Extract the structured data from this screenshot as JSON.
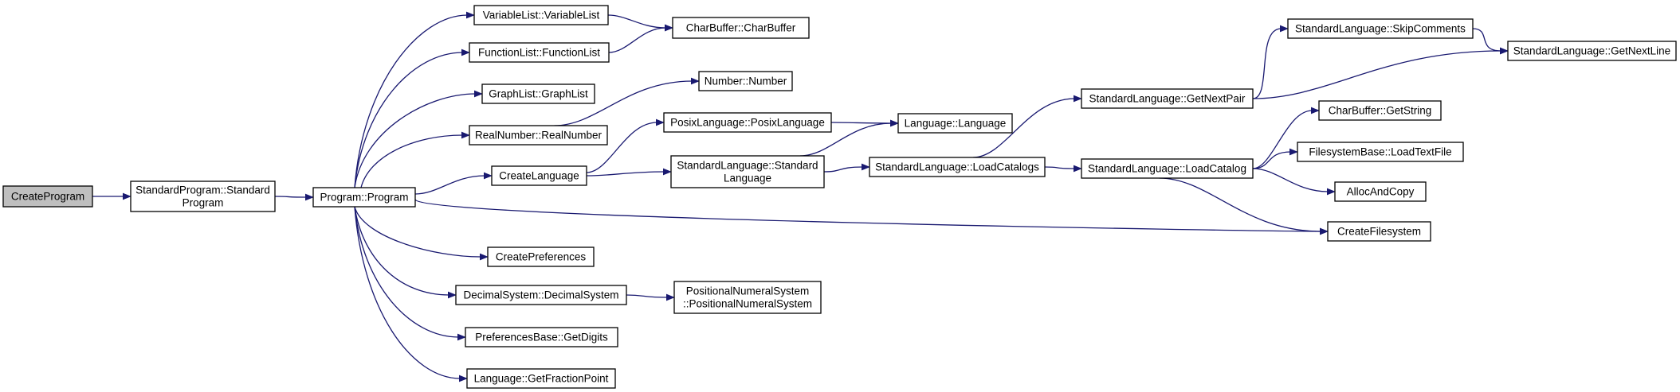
{
  "colors": {
    "edge": "#191970",
    "root_fill": "#bfbfbf",
    "node_fill": "#ffffff",
    "node_stroke": "#000000"
  },
  "nodes": {
    "create-program": [
      "CreateProgram"
    ],
    "standard-program": [
      "StandardProgram::Standard",
      "Program"
    ],
    "program": [
      "Program::Program"
    ],
    "variable-list": [
      "VariableList::VariableList"
    ],
    "function-list": [
      "FunctionList::FunctionList"
    ],
    "graph-list": [
      "GraphList::GraphList"
    ],
    "real-number": [
      "RealNumber::RealNumber"
    ],
    "create-language": [
      "CreateLanguage"
    ],
    "create-preferences": [
      "CreatePreferences"
    ],
    "decimal-system": [
      "DecimalSystem::DecimalSystem"
    ],
    "get-digits": [
      "PreferencesBase::GetDigits"
    ],
    "get-fraction-point": [
      "Language::GetFractionPoint"
    ],
    "char-buffer": [
      "CharBuffer::CharBuffer"
    ],
    "number": [
      "Number::Number"
    ],
    "posix-language": [
      "PosixLanguage::PosixLanguage"
    ],
    "standard-language": [
      "StandardLanguage::Standard",
      "Language"
    ],
    "positional-numeral-system": [
      "PositionalNumeralSystem",
      "::PositionalNumeralSystem"
    ],
    "language": [
      "Language::Language"
    ],
    "load-catalogs": [
      "StandardLanguage::LoadCatalogs"
    ],
    "get-next-pair": [
      "StandardLanguage::GetNextPair"
    ],
    "load-catalog": [
      "StandardLanguage::LoadCatalog"
    ],
    "skip-comments": [
      "StandardLanguage::SkipComments"
    ],
    "get-string": [
      "CharBuffer::GetString"
    ],
    "load-text-file": [
      "FilesystemBase::LoadTextFile"
    ],
    "alloc-and-copy": [
      "AllocAndCopy"
    ],
    "create-filesystem": [
      "CreateFilesystem"
    ],
    "get-next-line": [
      "StandardLanguage::GetNextLine"
    ]
  },
  "edges": [
    [
      "create-program",
      "standard-program"
    ],
    [
      "standard-program",
      "program"
    ],
    [
      "program",
      "variable-list"
    ],
    [
      "program",
      "function-list"
    ],
    [
      "program",
      "graph-list"
    ],
    [
      "program",
      "real-number"
    ],
    [
      "program",
      "create-language"
    ],
    [
      "program",
      "create-filesystem"
    ],
    [
      "program",
      "create-preferences"
    ],
    [
      "program",
      "decimal-system"
    ],
    [
      "program",
      "get-digits"
    ],
    [
      "program",
      "get-fraction-point"
    ],
    [
      "variable-list",
      "char-buffer"
    ],
    [
      "function-list",
      "char-buffer"
    ],
    [
      "real-number",
      "number"
    ],
    [
      "create-language",
      "posix-language"
    ],
    [
      "create-language",
      "standard-language"
    ],
    [
      "posix-language",
      "language"
    ],
    [
      "standard-language",
      "language"
    ],
    [
      "standard-language",
      "load-catalogs"
    ],
    [
      "decimal-system",
      "positional-numeral-system"
    ],
    [
      "load-catalogs",
      "get-next-pair"
    ],
    [
      "load-catalogs",
      "load-catalog"
    ],
    [
      "get-next-pair",
      "skip-comments"
    ],
    [
      "get-next-pair",
      "get-next-line"
    ],
    [
      "skip-comments",
      "get-next-line"
    ],
    [
      "load-catalog",
      "get-string"
    ],
    [
      "load-catalog",
      "load-text-file"
    ],
    [
      "load-catalog",
      "alloc-and-copy"
    ],
    [
      "load-catalog",
      "create-filesystem"
    ]
  ]
}
